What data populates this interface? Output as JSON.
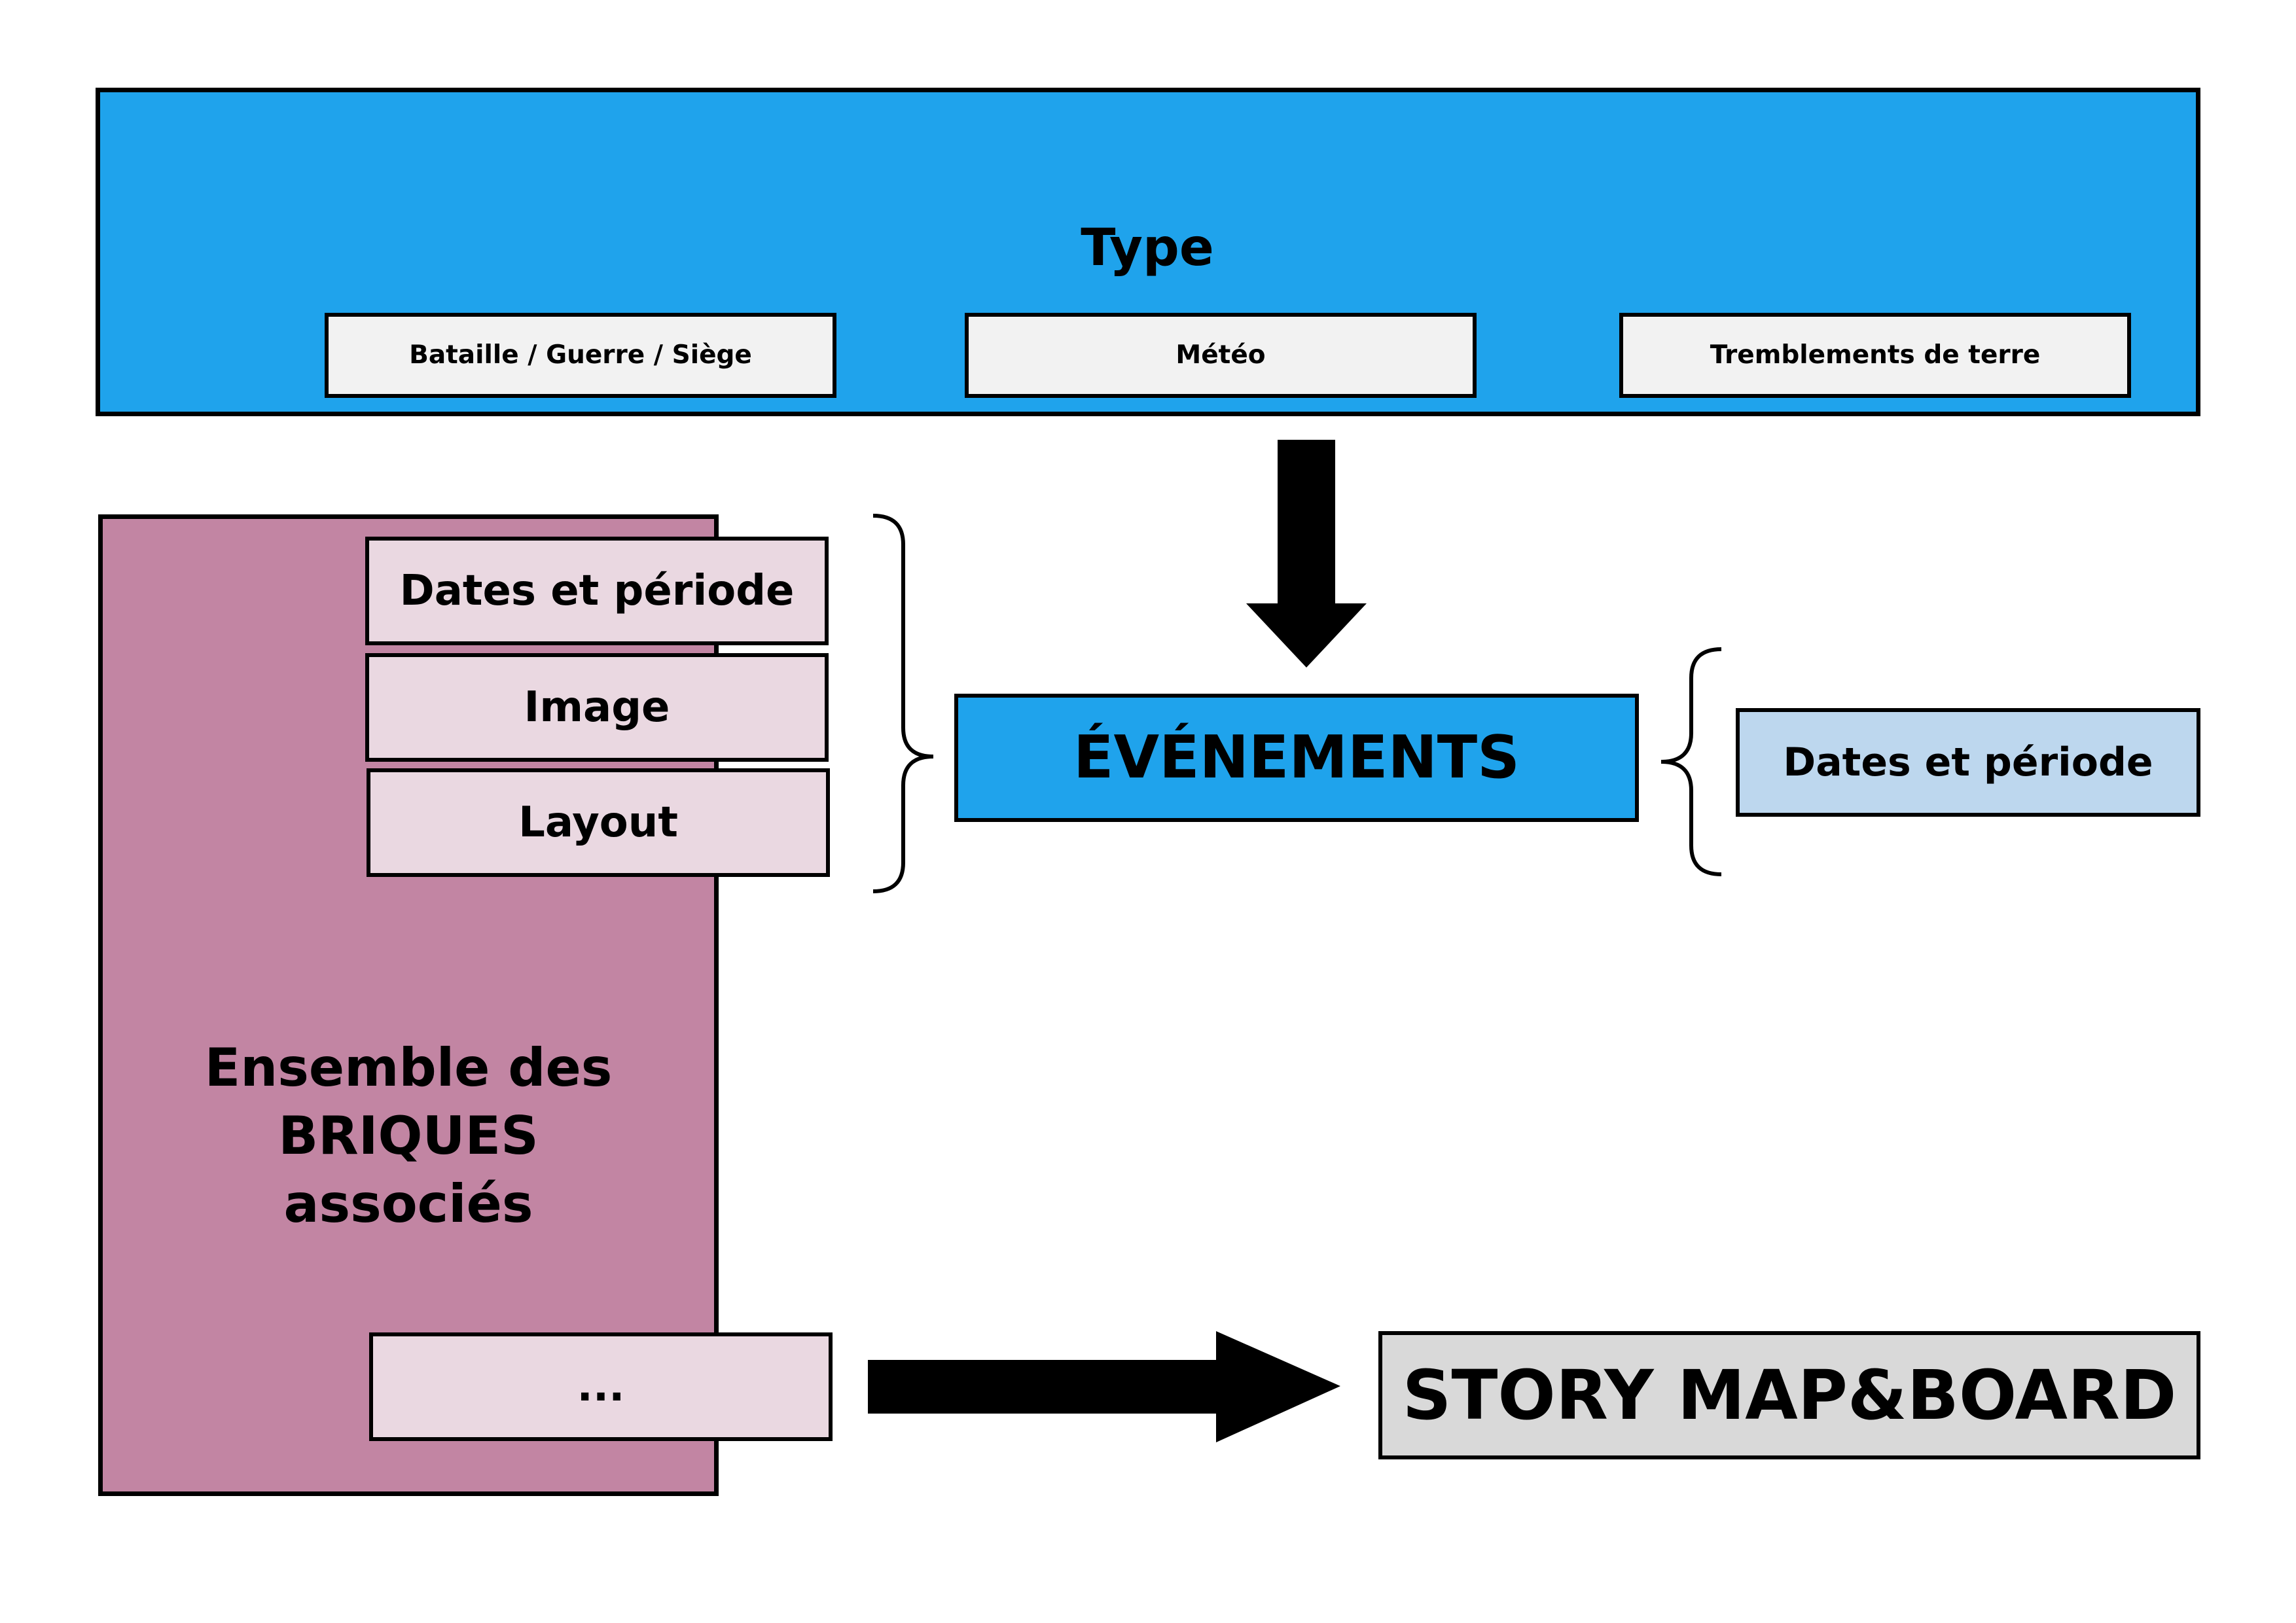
{
  "type_panel": {
    "title": "Type",
    "items": [
      "Bataille / Guerre / Siège",
      "Météo",
      "Tremblements de terre"
    ]
  },
  "briques": {
    "label": "Ensemble des\nBRIQUES\nassociés",
    "items": [
      "Dates et période",
      "Image",
      "Layout",
      "..."
    ]
  },
  "events": {
    "label": "ÉVÉNEMENTS",
    "attribute": "Dates et période"
  },
  "output": {
    "label": "STORY MAP&BOARD"
  },
  "colors": {
    "type_panel": "#1fa3ec",
    "type_item": "#f2f2f2",
    "briques_panel": "#c285a3",
    "brick": "#ead8e1",
    "events": "#1fa3ec",
    "event_attribute": "#bdd7ee",
    "output": "#d9d9d9"
  }
}
